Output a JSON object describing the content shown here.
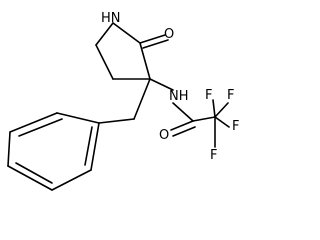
{
  "molecule": {
    "atoms": {
      "ring_nh": "HN",
      "ring_carbonyl_oxygen": "O",
      "amide_nh": "NH",
      "amide_oxygen": "O",
      "fluorine_top_left": "F",
      "fluorine_top_right": "F",
      "fluorine_right": "F",
      "fluorine_bottom": "F"
    },
    "colors": {
      "bond": "#000000",
      "text": "#000000",
      "background": "#ffffff"
    }
  }
}
